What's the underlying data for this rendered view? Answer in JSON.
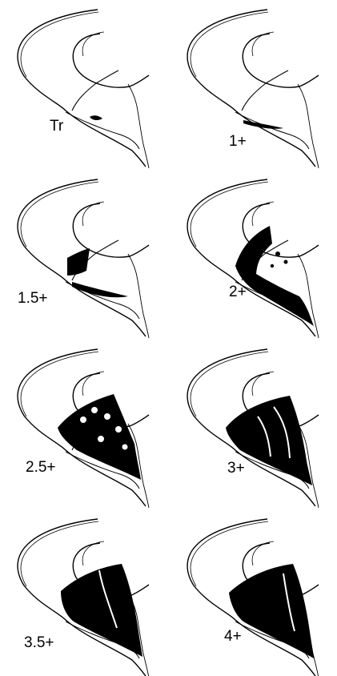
{
  "panels": [
    {
      "label": "Tr"
    },
    {
      "label": "1+"
    },
    {
      "label": "1.5+"
    },
    {
      "label": "2+"
    },
    {
      "label": "2.5+"
    },
    {
      "label": "3+"
    },
    {
      "label": "3.5+"
    },
    {
      "label": "4+"
    }
  ],
  "colors": {
    "ink": "#000000",
    "paper": "#ffffff"
  }
}
